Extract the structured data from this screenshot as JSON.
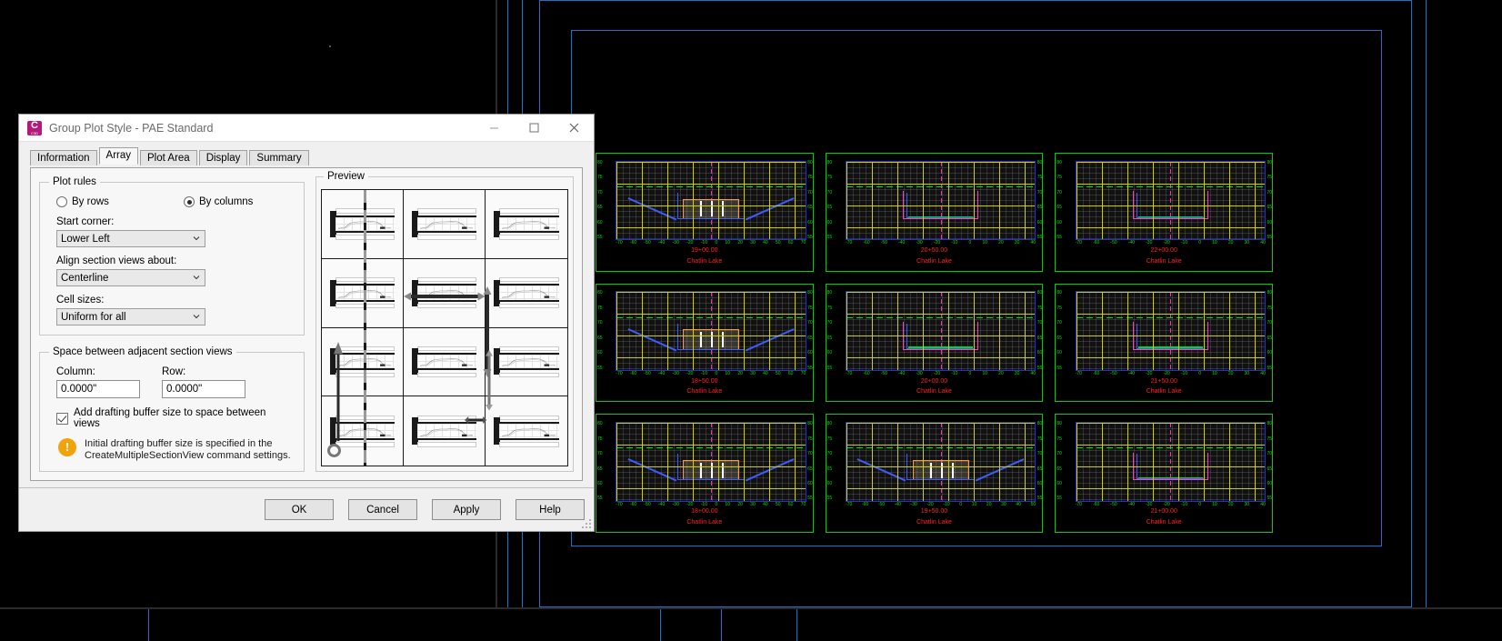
{
  "dialog": {
    "title": "Group Plot Style - PAE Standard",
    "app_icon": "civil3d-icon",
    "window_controls": {
      "minimize": "minimize-icon",
      "maximize": "maximize-icon",
      "close": "close-icon"
    },
    "tabs": [
      {
        "label": "Information",
        "active": false
      },
      {
        "label": "Array",
        "active": true
      },
      {
        "label": "Plot Area",
        "active": false
      },
      {
        "label": "Display",
        "active": false
      },
      {
        "label": "Summary",
        "active": false
      }
    ],
    "plot_rules": {
      "legend": "Plot rules",
      "by_rows": {
        "label": "By rows",
        "selected": false
      },
      "by_columns": {
        "label": "By columns",
        "selected": true
      },
      "start_corner": {
        "label": "Start corner:",
        "value": "Lower Left"
      },
      "align_views": {
        "label": "Align section views about:",
        "value": "Centerline"
      },
      "cell_sizes": {
        "label": "Cell sizes:",
        "value": "Uniform for all"
      }
    },
    "spacing": {
      "legend": "Space between adjacent section views",
      "column": {
        "label": "Column:",
        "value": "0.0000\""
      },
      "row": {
        "label": "Row:",
        "value": "0.0000\""
      },
      "add_buffer": {
        "label": "Add drafting buffer size to space between views",
        "checked": true
      },
      "note": "Initial drafting buffer size is specified in the CreateMultipleSectionView command settings."
    },
    "preview": {
      "legend": "Preview"
    },
    "buttons": [
      {
        "label": "OK"
      },
      {
        "label": "Cancel"
      },
      {
        "label": "Apply"
      },
      {
        "label": "Help"
      }
    ]
  },
  "canvas": {
    "section_views": [
      {
        "station": "19+00.00",
        "name": "Chatlin Lake",
        "x_ticks": [
          "-70",
          "-60",
          "-50",
          "-40",
          "-30",
          "-20",
          "-10",
          "0",
          "10",
          "20",
          "30",
          "40",
          "50",
          "60",
          "70"
        ],
        "y_ticks": [
          "80",
          "75",
          "70",
          "65",
          "60",
          "55"
        ],
        "type": "culvert"
      },
      {
        "station": "20+50.00",
        "name": "Chatlin Lake",
        "x_ticks": [
          "-70",
          "-60",
          "-50",
          "-40",
          "-30",
          "-20",
          "-10",
          "0",
          "10",
          "20",
          "30",
          "40"
        ],
        "y_ticks": [
          "80",
          "75",
          "70",
          "65",
          "60",
          "55"
        ],
        "type": "trench"
      },
      {
        "station": "22+00.00",
        "name": "Chatlin Lake",
        "x_ticks": [
          "-70",
          "-60",
          "-50",
          "-40",
          "-30",
          "-20",
          "-10",
          "0",
          "10",
          "20",
          "30",
          "40"
        ],
        "y_ticks": [
          "80",
          "75",
          "70",
          "65",
          "60",
          "55"
        ],
        "type": "trench"
      },
      {
        "station": "18+50.00",
        "name": "Chatlin Lake",
        "x_ticks": [
          "-70",
          "-60",
          "-50",
          "-40",
          "-30",
          "-20",
          "-10",
          "0",
          "10",
          "20",
          "30",
          "40",
          "50",
          "60",
          "70"
        ],
        "y_ticks": [
          "80",
          "75",
          "70",
          "65",
          "60",
          "55"
        ],
        "type": "culvert"
      },
      {
        "station": "20+00.00",
        "name": "Chatlin Lake",
        "x_ticks": [
          "-70",
          "-60",
          "-50",
          "-40",
          "-30",
          "-20",
          "-10",
          "0",
          "10",
          "20",
          "30",
          "40"
        ],
        "y_ticks": [
          "80",
          "75",
          "70",
          "65",
          "60",
          "55"
        ],
        "type": "trench"
      },
      {
        "station": "21+50.00",
        "name": "Chatlin Lake",
        "x_ticks": [
          "-70",
          "-60",
          "-50",
          "-40",
          "-30",
          "-20",
          "-10",
          "0",
          "10",
          "20",
          "30",
          "40"
        ],
        "y_ticks": [
          "80",
          "75",
          "70",
          "65",
          "60",
          "55"
        ],
        "type": "trench"
      },
      {
        "station": "18+00.00",
        "name": "Chatlin Lake",
        "x_ticks": [
          "-70",
          "-60",
          "-50",
          "-40",
          "-30",
          "-20",
          "-10",
          "0",
          "10",
          "20",
          "30",
          "40",
          "50",
          "60",
          "70"
        ],
        "y_ticks": [
          "80",
          "75",
          "70",
          "65",
          "60",
          "55"
        ],
        "type": "culvert"
      },
      {
        "station": "19+50.00",
        "name": "Chatlin Lake",
        "x_ticks": [
          "-70",
          "-60",
          "-50",
          "-40",
          "-30",
          "-20",
          "-10",
          "0",
          "10",
          "20",
          "30",
          "40",
          "50"
        ],
        "y_ticks": [
          "80",
          "75",
          "70",
          "65",
          "60",
          "55"
        ],
        "type": "culvert"
      },
      {
        "station": "21+00.00",
        "name": "Chatlin Lake",
        "x_ticks": [
          "-70",
          "-60",
          "-50",
          "-40",
          "-30",
          "-20",
          "-10",
          "0",
          "10",
          "20",
          "30",
          "40"
        ],
        "y_ticks": [
          "80",
          "75",
          "70",
          "65",
          "60",
          "55"
        ],
        "type": "trench"
      }
    ]
  },
  "colors": {
    "accent": "#b5197c",
    "grid_yellow": "#cfcf00",
    "viewport_green": "#00d000",
    "station_red": "#ff2020",
    "centerline_magenta": "#ff30c0",
    "frame_blue": "#1f6fd0",
    "warn_orange": "#f0a30a"
  }
}
